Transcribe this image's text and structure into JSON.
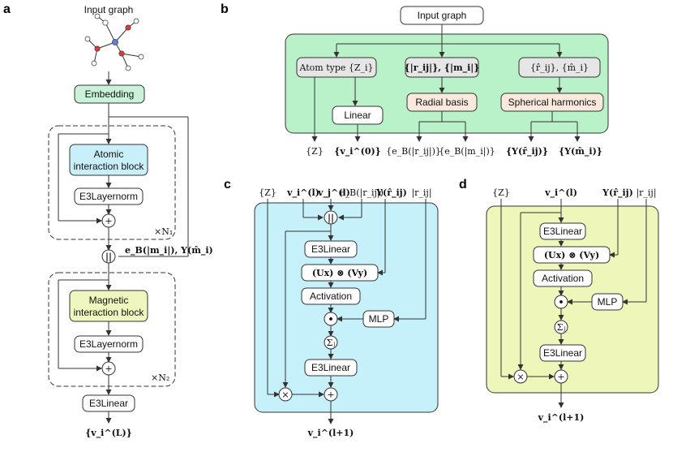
{
  "colors": {
    "embedding": "#c9f2d9",
    "atomic_block": "#c9f0fa",
    "magnetic_block": "#eff7be",
    "panel_b_bg": "#b9f2c8",
    "panel_c_bg": "#c6f1fb",
    "panel_d_bg": "#eff6b9",
    "radial_basis": "#fae9dc",
    "spherical_harmonics": "#fae9dc",
    "atom_type": "#e6e6e6",
    "node_red": "#e0393c",
    "node_blue": "#5d7be0"
  },
  "panel_a": {
    "letter": "a",
    "input_graph": "Input  graph",
    "embedding": "Embedding",
    "atomic_block_l1": "Atomic",
    "atomic_block_l2": "interaction block",
    "e3layernorm_1": "E3Layernorm",
    "repeat_1": "×N₁",
    "concat_side": "e_B(|m_i|), Y(m̂_i)",
    "magnetic_block_l1": "Magnetic",
    "magnetic_block_l2": "interaction block",
    "e3layernorm_2": "E3Layernorm",
    "repeat_2": "×N₂",
    "e3linear": "E3Linear",
    "output": "{v_i^(L)}"
  },
  "panel_b": {
    "letter": "b",
    "input_graph": "Input  graph",
    "atom_type": "Atom type {Z_i}",
    "norms": "{|r_ij|}, {|m_i|}",
    "directions": "{r̂_ij}, {m̂_i}",
    "linear": "Linear",
    "radial_basis": "Radial basis",
    "spherical_harmonics": "Spherical harmonics",
    "out_z": "{Z}",
    "out_v": "{v_i^(0)}",
    "out_eb_r": "{e_B(|r_ij|)}",
    "out_eb_m": "{e_B(|m_i|)}",
    "out_y_r": "{Y(r̂_ij)}",
    "out_y_m": "{Y(m̂_i)}"
  },
  "panel_c": {
    "letter": "c",
    "in_z": "{Z}",
    "in_vi": "v_i^(l)",
    "in_vj": "v_j^(l)",
    "in_eb": "e_B(|r_ij|)",
    "in_y": "Y(r̂_ij)",
    "in_r": "|r_ij|",
    "concat": "||",
    "e3linear_1": "E3Linear",
    "tensor": "(Ux) ⊗ (Vy)",
    "activation": "Activation",
    "mlp": "MLP",
    "dot": "•",
    "sum": "Σⱼ",
    "e3linear_2": "E3Linear",
    "times": "×",
    "plus": "+",
    "output": "v_i^(l+1)"
  },
  "panel_d": {
    "letter": "d",
    "in_z": "{Z}",
    "in_vi": "v_i^(l)",
    "in_y": "Y(r̂_ij)",
    "in_r": "|r_ij|",
    "e3linear_1": "E3Linear",
    "tensor": "(Ux) ⊗ (Vy)",
    "activation": "Activation",
    "mlp": "MLP",
    "dot": "•",
    "sum": "Σⱼ",
    "e3linear_2": "E3Linear",
    "times": "×",
    "plus": "+",
    "output": "v_i^(l+1)"
  }
}
